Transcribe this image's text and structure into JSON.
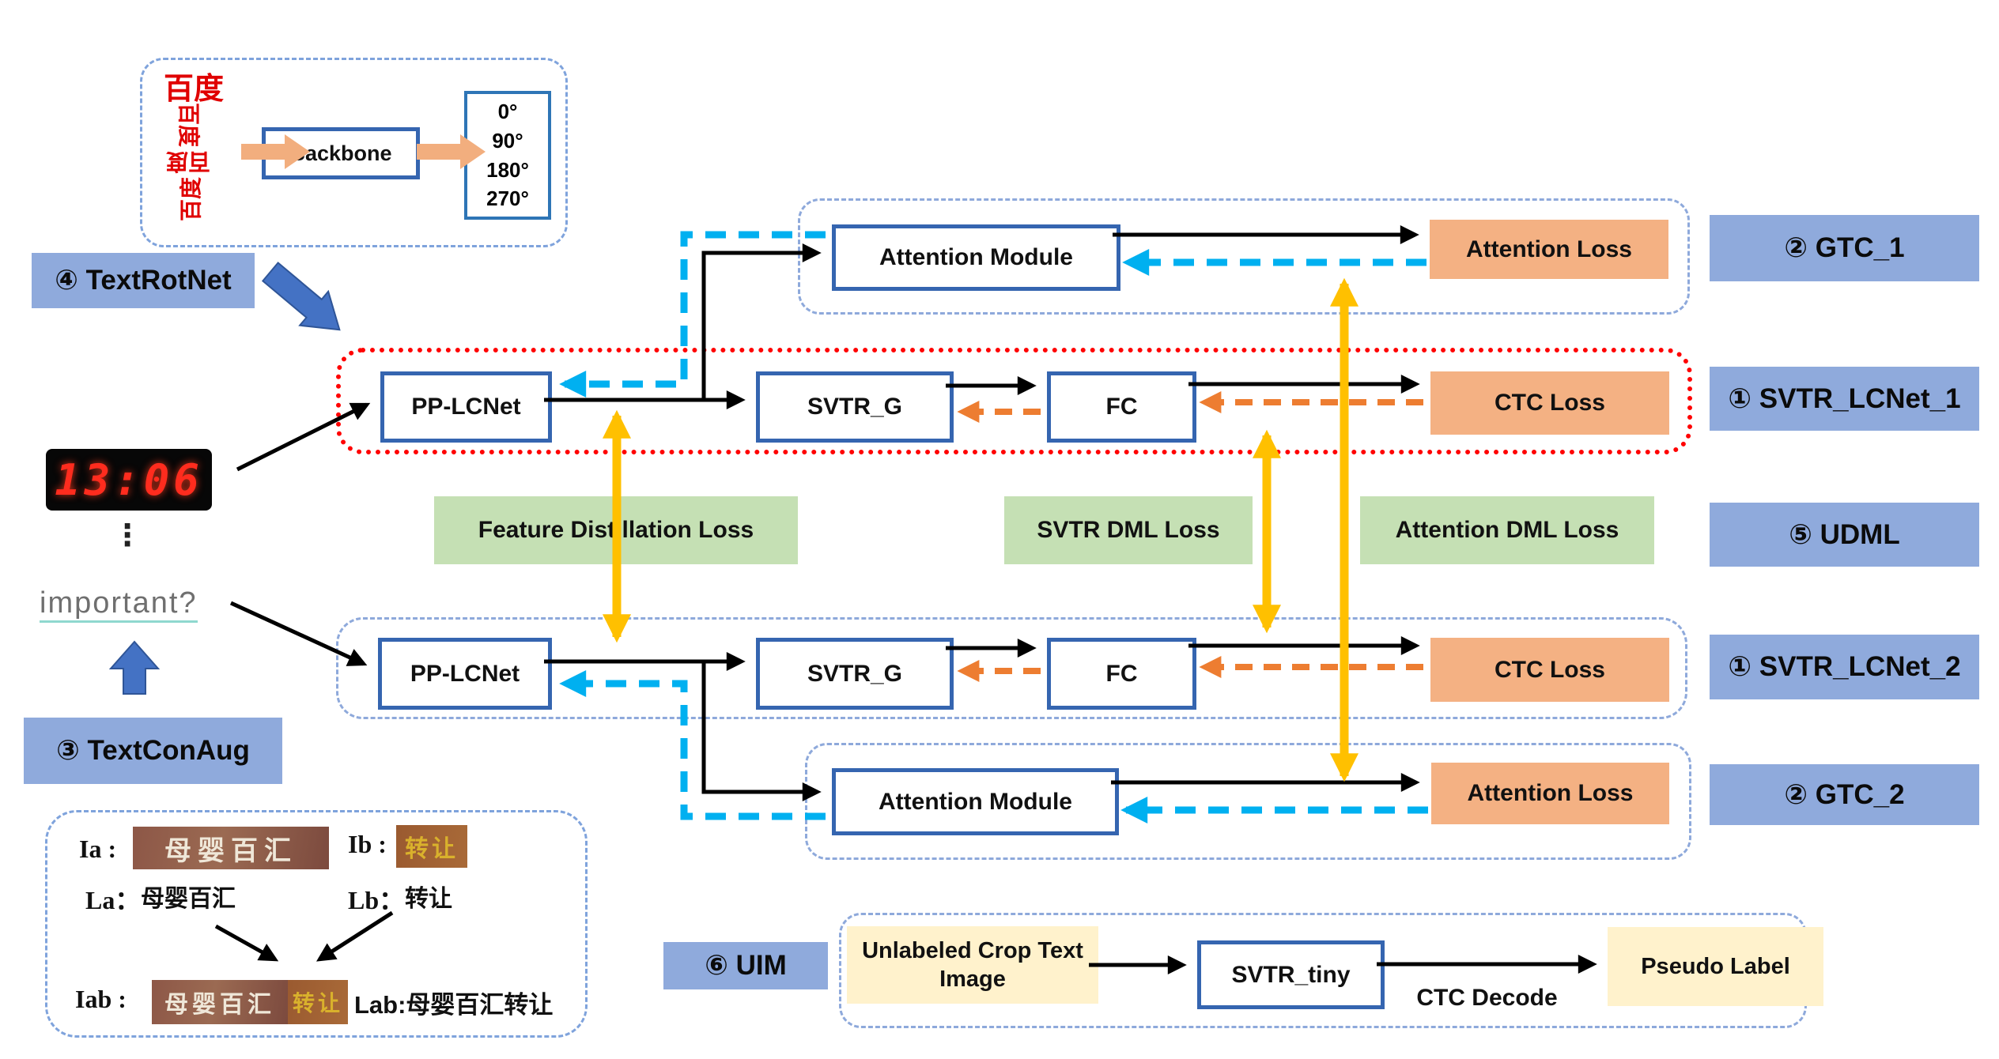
{
  "colors": {
    "tag_bg": "#8FAADC",
    "box_border": "#3565B0",
    "loss_bg": "#F4B183",
    "dml_bg": "#C5E0B4",
    "uim_bg": "#FFF2CC",
    "cyan_arrow": "#00B0F0",
    "yellow_arrow": "#FFC000",
    "orange_arrow": "#ED7D31",
    "red_outline": "#FF0000",
    "group_dash": "#8EA9DB",
    "block_arrow_blue": "#4472C4",
    "rot_text_red": "#E00000"
  },
  "textrotnet": {
    "tag": "④ TextRotNet",
    "rot_text": "百度",
    "backbone": "Backbone",
    "angles_lines": "0°\n90°\n180°\n270°"
  },
  "clock": {
    "time": "13:06",
    "ellipsis": "⋮"
  },
  "textconaug": {
    "tag": "③ TextConAug",
    "important": "important?",
    "ia_label": "Ia :",
    "ia_img_text": "母婴百汇",
    "ib_label": "Ib :",
    "ib_img_text": "转让",
    "la_label": "La：",
    "la_value": "母婴百汇",
    "lb_label": "Lb：",
    "lb_value": "转让",
    "iab_label": "Iab :",
    "iab_img_text_a": "母婴百汇",
    "iab_img_text_b": "转让",
    "lab_value": "Lab:母婴百汇转让"
  },
  "gtc1": {
    "module": "Attention Module",
    "loss": "Attention Loss",
    "tag": "② GTC_1"
  },
  "row1": {
    "tag": "① SVTR_LCNet_1",
    "blocks": [
      "PP-LCNet",
      "SVTR_G",
      "FC",
      "CTC Loss"
    ]
  },
  "udml": {
    "tag": "⑤ UDML",
    "losses": [
      "Feature Distillation Loss",
      "SVTR DML Loss",
      "Attention DML Loss"
    ]
  },
  "row2": {
    "tag": "① SVTR_LCNet_2",
    "blocks": [
      "PP-LCNet",
      "SVTR_G",
      "FC",
      "CTC Loss"
    ]
  },
  "gtc2": {
    "module": "Attention Module",
    "loss": "Attention Loss",
    "tag": "② GTC_2"
  },
  "uim": {
    "tag": "⑥ UIM",
    "input": "Unlabeled Crop Text Image",
    "model": "SVTR_tiny",
    "decode": "CTC Decode",
    "output": "Pseudo Label"
  }
}
